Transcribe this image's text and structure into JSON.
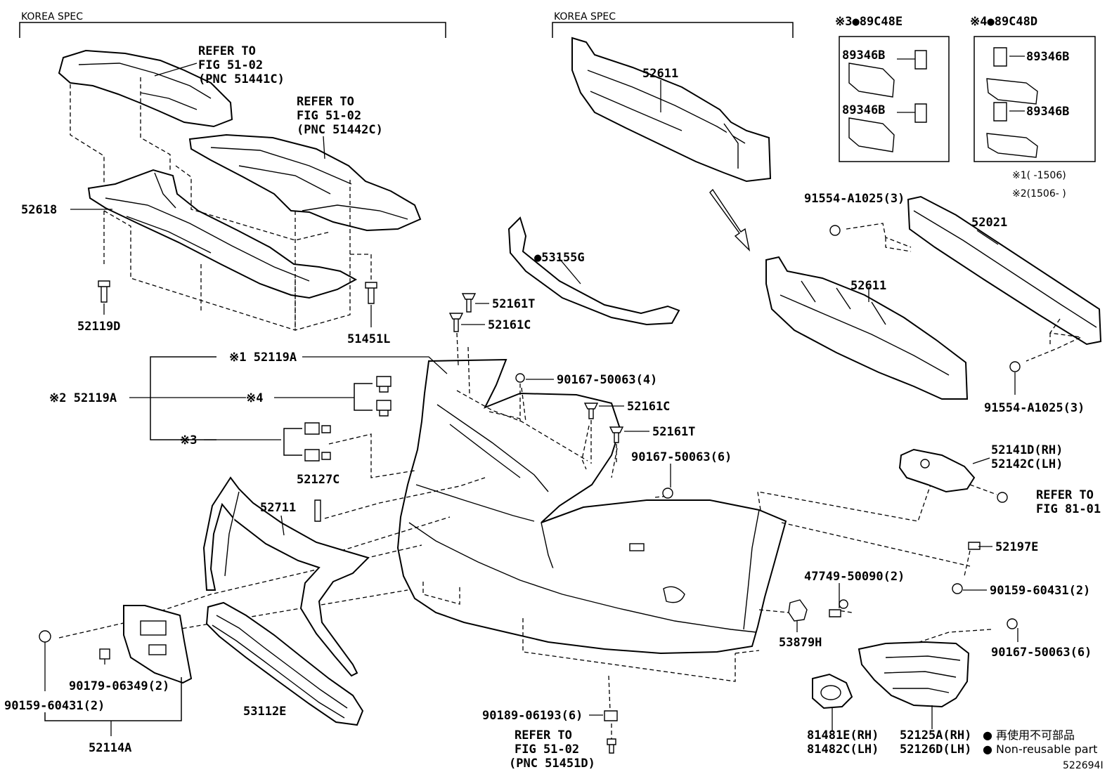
{
  "headers": {
    "left_spec": "KOREA SPEC",
    "right_spec": "KOREA SPEC",
    "box3_title": "※3●89C48E",
    "box4_title": "※4●89C48D"
  },
  "notes": {
    "note1": "※1(      -1506)",
    "note2": "※2(1506-      )"
  },
  "refs": {
    "ref_51441c": [
      "REFER TO",
      "FIG 51-02",
      "(PNC 51441C)"
    ],
    "ref_51442c": [
      "REFER TO",
      "FIG 51-02",
      "(PNC 51442C)"
    ],
    "ref_81_01": [
      "REFER TO",
      "FIG 81-01"
    ],
    "ref_51451d": [
      "REFER TO",
      "FIG 51-02",
      "(PNC 51451D)"
    ]
  },
  "labels": {
    "p52618": "52618",
    "p52119d": "52119D",
    "p51451l": "51451L",
    "p52611_top": "52611",
    "p52611_mid": "52611",
    "p52021": "52021",
    "p91554_top": "91554-A1025(3)",
    "p91554_bot": "91554-A1025(3)",
    "p53155g": "●53155G",
    "p52161t_a": "52161T",
    "p52161c_a": "52161C",
    "p52161c_b": "52161C",
    "p52161t_b": "52161T",
    "p90167_4": "90167-50063(4)",
    "p90167_6a": "90167-50063(6)",
    "p90167_6b": "90167-50063(6)",
    "p52119a_1": "※1 52119A",
    "p52119a_2": "※2 52119A",
    "mark4": "※4",
    "mark3": "※3",
    "p52127c": "52127C",
    "p52711": "52711",
    "p52141d": "52141D(RH)",
    "p52142c": "52142C(LH)",
    "p52197e": "52197E",
    "p90159_right": "90159-60431(2)",
    "p47749": "47749-50090(2)",
    "p53879h": "53879H",
    "p90179": "90179-06349(2)",
    "p90159_left": "90159-60431(2)",
    "p52114a": "52114A",
    "p53112e": "53112E",
    "p90189": "90189-06193(6)",
    "p81481e": "81481E(RH)",
    "p81482c": "81482C(LH)",
    "p52125a": "52125A(RH)",
    "p52126d": "52126D(LH)",
    "p89346b_1": "89346B",
    "p89346b_2": "89346B",
    "p89346b_3": "89346B",
    "p89346b_4": "89346B"
  },
  "legend": {
    "line1": "● 再使用不可部品",
    "line2": "● Non-reusable part"
  },
  "figure_id": "522694I"
}
